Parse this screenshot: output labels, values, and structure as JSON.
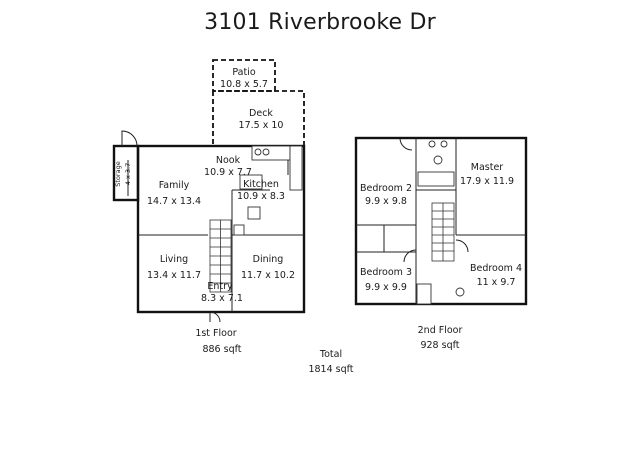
{
  "title": "3101 Riverbrooke Dr",
  "floors": [
    {
      "name": "1st Floor",
      "sqft": "886 sqft",
      "rooms": [
        {
          "name": "Patio",
          "dims": "10.8 x 5.7"
        },
        {
          "name": "Deck",
          "dims": "17.5 x 10"
        },
        {
          "name": "Storage",
          "dims": "4 x 3.7"
        },
        {
          "name": "Nook",
          "dims": "10.9 x 7.7"
        },
        {
          "name": "Family",
          "dims": "14.7 x 13.4"
        },
        {
          "name": "Kitchen",
          "dims": "10.9 x 8.3"
        },
        {
          "name": "Living",
          "dims": "13.4 x 11.7"
        },
        {
          "name": "Dining",
          "dims": "11.7 x 10.2"
        },
        {
          "name": "Entry",
          "dims": "8.3 x 7.1"
        }
      ]
    },
    {
      "name": "2nd Floor",
      "sqft": "928 sqft",
      "rooms": [
        {
          "name": "Master",
          "dims": "17.9 x 11.9"
        },
        {
          "name": "Bedroom 2",
          "dims": "9.9 x 9.8"
        },
        {
          "name": "Bedroom 3",
          "dims": "9.9 x 9.9"
        },
        {
          "name": "Bedroom 4",
          "dims": "11 x 9.7"
        }
      ]
    }
  ],
  "total": {
    "label": "Total",
    "sqft": "1814 sqft"
  }
}
